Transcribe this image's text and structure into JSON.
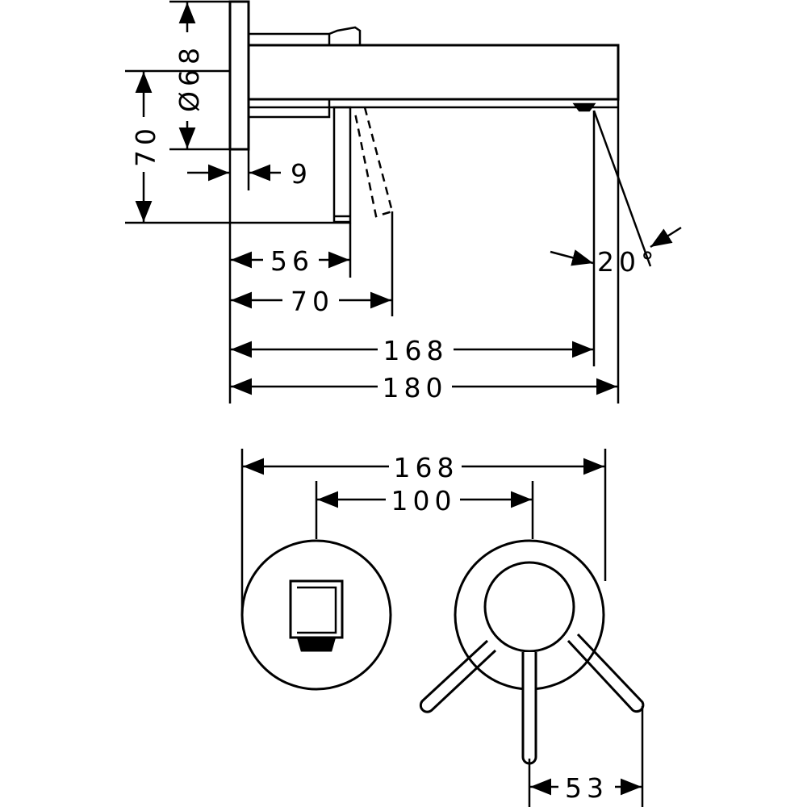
{
  "diagram": {
    "line_color": "#000000",
    "background_color": "#ffffff",
    "side_view": {
      "dim_diameter": "Ø68",
      "dim_height": "70",
      "dim_plate_thickness": "9",
      "dim_lever_offset": "56",
      "dim_lever_swing": "70",
      "dim_spout_outlet": "168",
      "dim_spout_length": "180",
      "dim_angle": "20°"
    },
    "front_view": {
      "dim_overall_width": "168",
      "dim_center_distance": "100",
      "dim_handle_swing": "53"
    }
  }
}
